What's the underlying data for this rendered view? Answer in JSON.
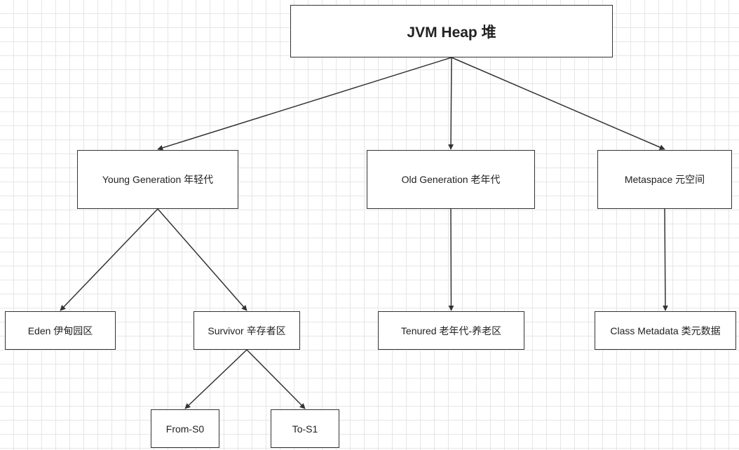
{
  "diagram": {
    "nodes": [
      {
        "id": "root",
        "label": "JVM Heap 堆"
      },
      {
        "id": "young",
        "label": "Young Generation 年轻代"
      },
      {
        "id": "old",
        "label": "Old Generation 老年代"
      },
      {
        "id": "meta",
        "label": "Metaspace 元空间"
      },
      {
        "id": "eden",
        "label": "Eden 伊甸园区"
      },
      {
        "id": "survivor",
        "label": "Survivor 辛存者区"
      },
      {
        "id": "tenured",
        "label": "Tenured 老年代-养老区"
      },
      {
        "id": "classmeta",
        "label": "Class Metadata 类元数据"
      },
      {
        "id": "from",
        "label": "From-S0"
      },
      {
        "id": "to",
        "label": "To-S1"
      }
    ],
    "edges": [
      {
        "from": "root",
        "to": "young"
      },
      {
        "from": "root",
        "to": "old"
      },
      {
        "from": "root",
        "to": "meta"
      },
      {
        "from": "young",
        "to": "eden"
      },
      {
        "from": "young",
        "to": "survivor"
      },
      {
        "from": "old",
        "to": "tenured"
      },
      {
        "from": "meta",
        "to": "classmeta"
      },
      {
        "from": "survivor",
        "to": "from"
      },
      {
        "from": "survivor",
        "to": "to"
      }
    ],
    "colors": {
      "stroke": "#333333",
      "background": "#ffffff",
      "grid": "#e6e6e6",
      "text": "#222222"
    }
  }
}
